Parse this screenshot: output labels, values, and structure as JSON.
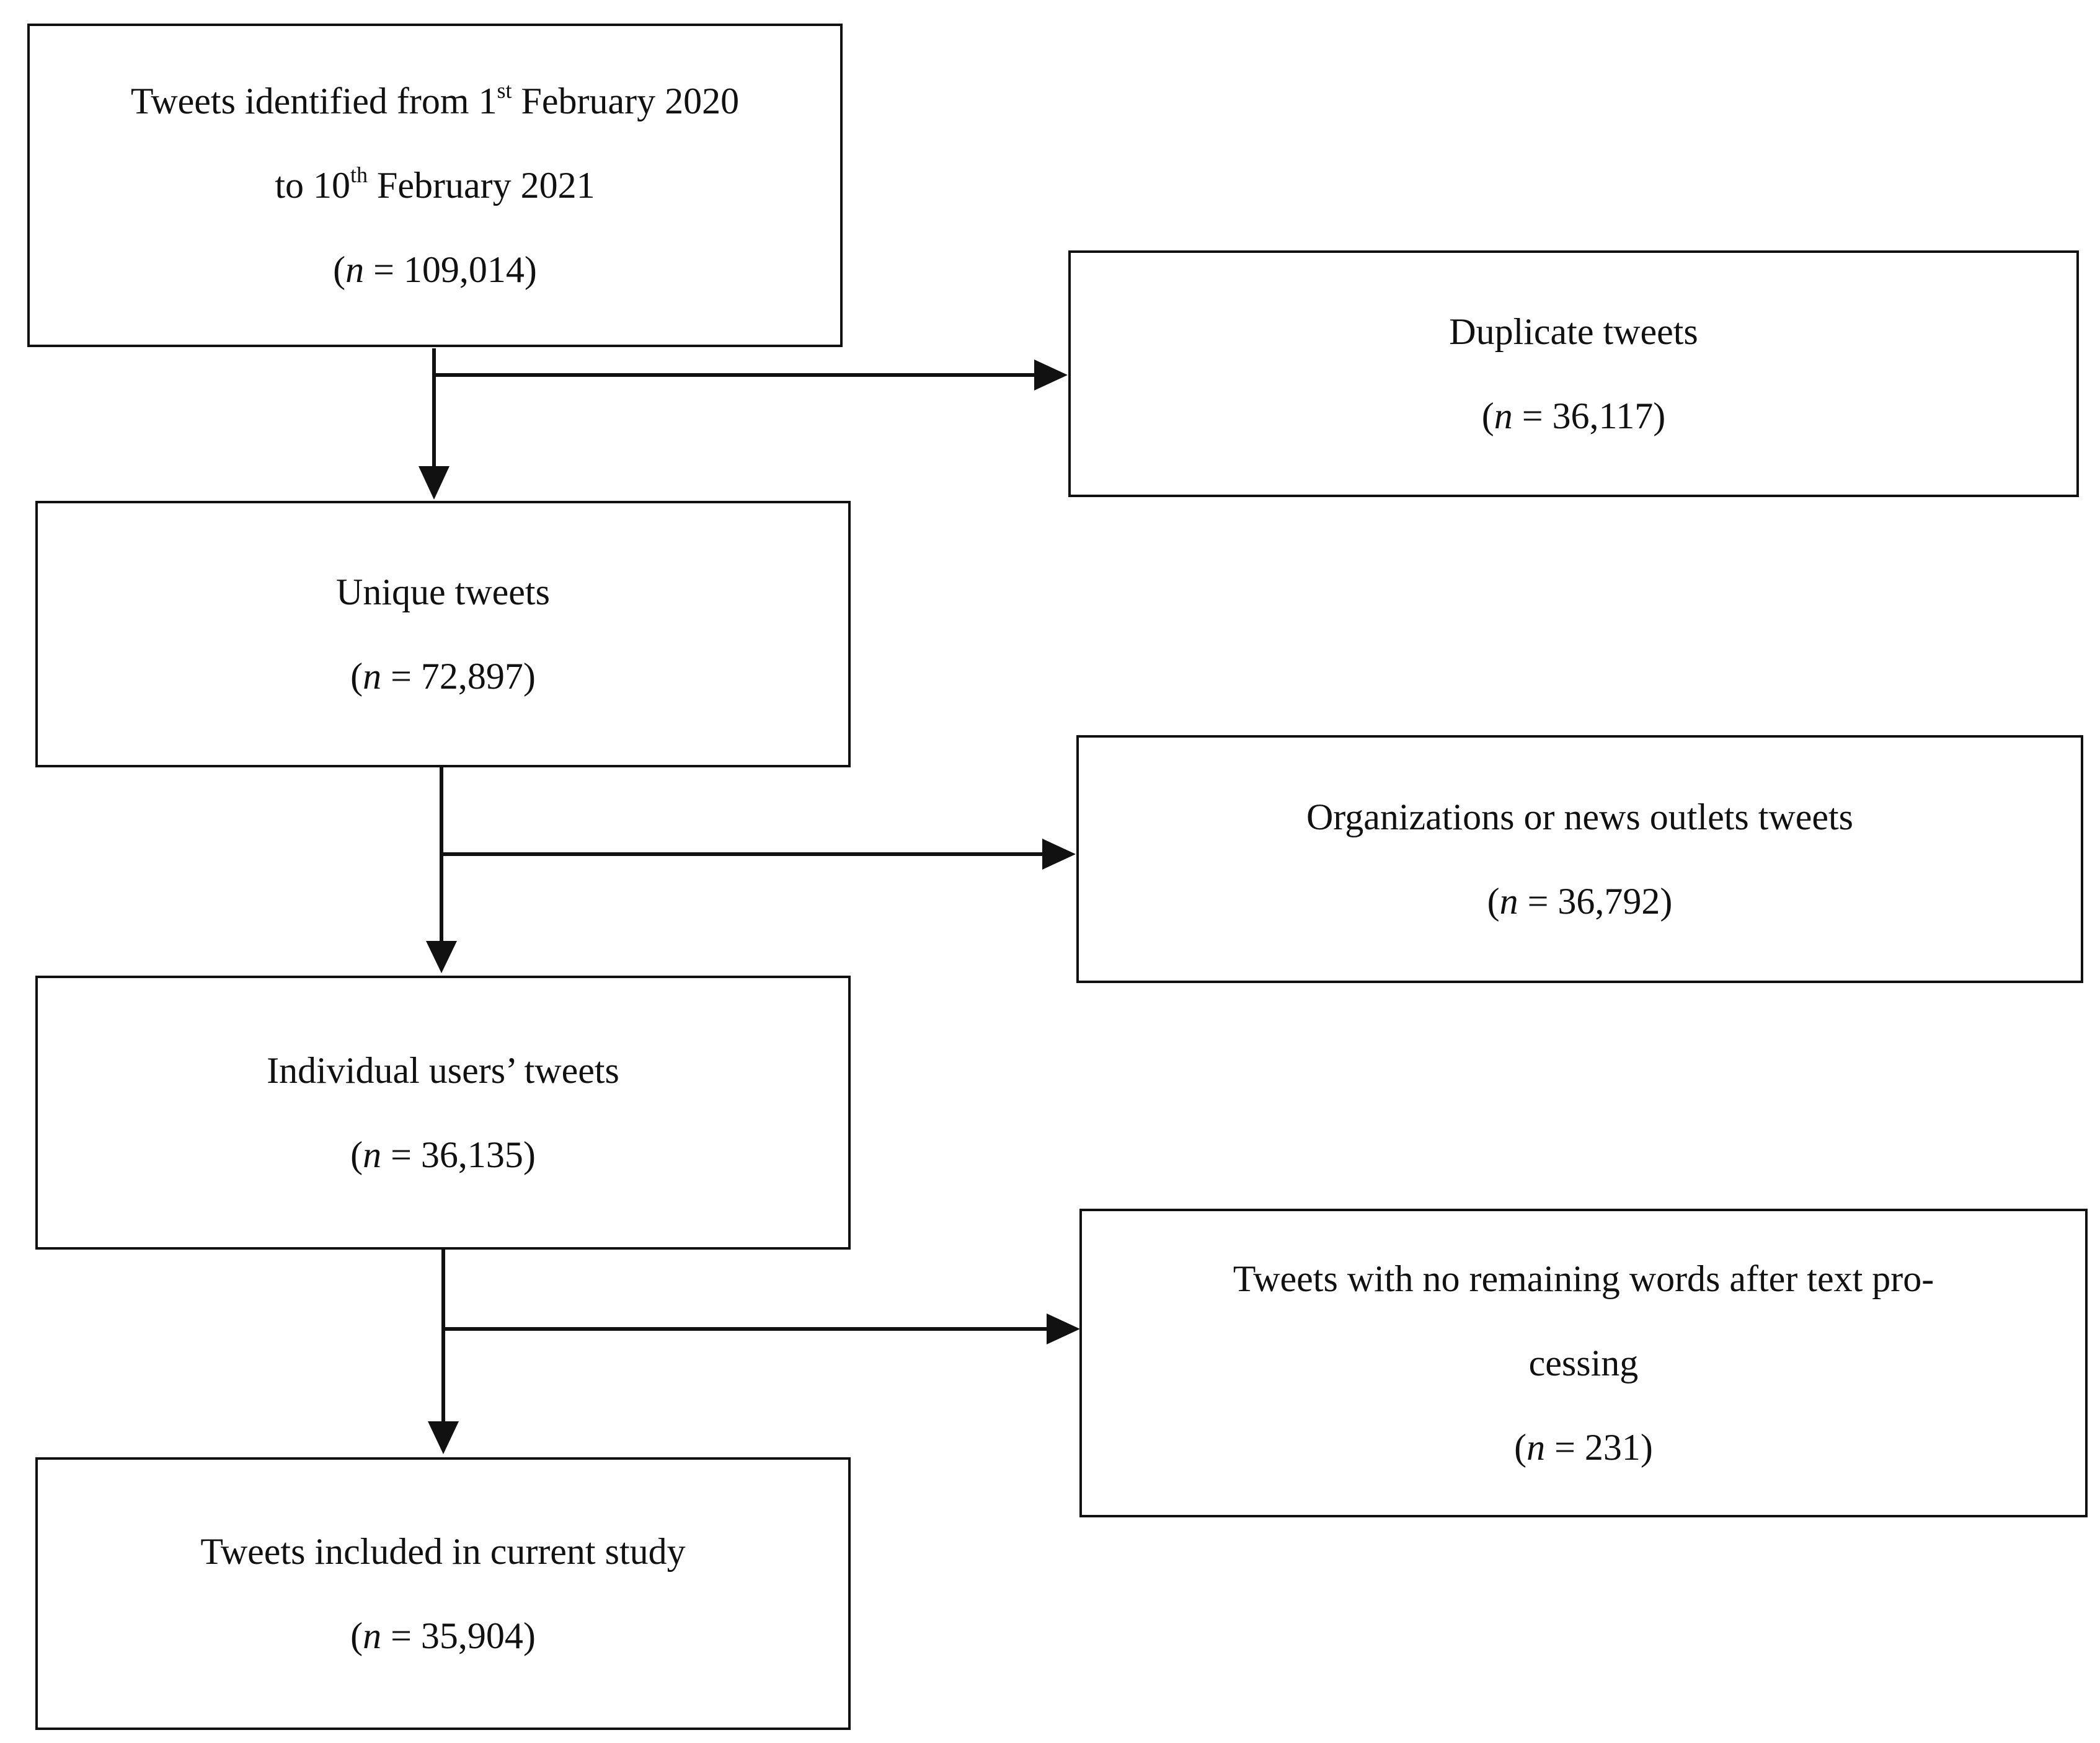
{
  "identified": {
    "line1_prefix": "Tweets identified from 1",
    "line1_sup": "st",
    "line1_suffix": " February 2020",
    "line2_prefix": "to 10",
    "line2_sup": "th",
    "line2_suffix": " February 2021",
    "count_open": "(",
    "count_var": "n",
    "count_rest": " = 109,014)"
  },
  "duplicate": {
    "label": "Duplicate tweets",
    "count_open": "(",
    "count_var": "n",
    "count_rest": " = 36,117)"
  },
  "unique": {
    "label": "Unique tweets",
    "count_open": "(",
    "count_var": "n",
    "count_rest": " = 72,897)"
  },
  "organizations": {
    "label": "Organizations or news outlets tweets",
    "count_open": "(",
    "count_var": "n",
    "count_rest": " = 36,792)"
  },
  "individual": {
    "label": "Individual users’ tweets",
    "count_open": "(",
    "count_var": "n",
    "count_rest": " = 36,135)"
  },
  "no_words": {
    "label_line1": "Tweets with no remaining words after text pro-",
    "label_line2": "cessing",
    "count_open": "(",
    "count_var": "n",
    "count_rest": " = 231)"
  },
  "included": {
    "label": "Tweets included in current study",
    "count_open": "(",
    "count_var": "n",
    "count_rest": " = 35,904)"
  },
  "colors": {
    "stroke": "#111111",
    "background": "#ffffff"
  }
}
